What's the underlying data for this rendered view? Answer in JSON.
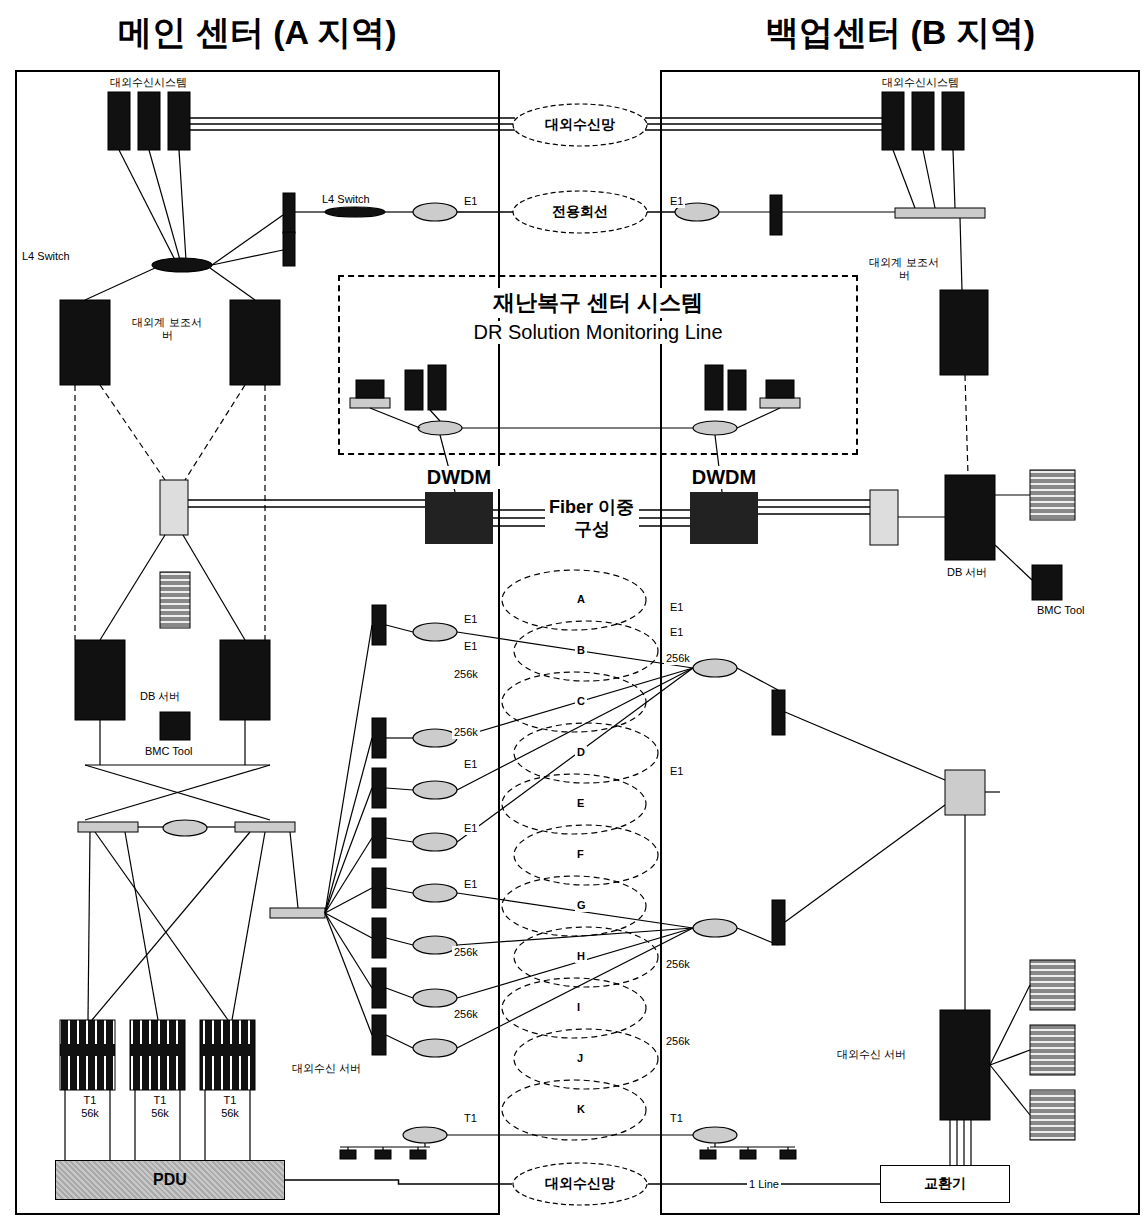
{
  "diagram": {
    "nodes": [
      {
        "text": [
          "메인 센터 (A 지역)"
        ]
      },
      {
        "text": [
          "백업센터 (B 지역)"
        ]
      },
      {
        "text": [
          "대외수신망"
        ]
      },
      {
        "text": [
          "전용회선"
        ]
      },
      {
        "text": [
          "재난복구 센터 시스템",
          "DR Solution Monitoring Line"
        ]
      },
      {
        "text": [
          "DWDM"
        ],
        "in": 0
      },
      {
        "text": [
          "DWDM"
        ],
        "in": 1
      },
      {
        "text": [
          "PDU"
        ],
        "in": 0
      },
      {
        "text": [
          "대외수신망"
        ]
      },
      {
        "text": [
          "교환기"
        ],
        "in": 1
      }
    ],
    "edges": [
      {
        "from": 5,
        "to": 6,
        "arrow": "none",
        "label": "Fiber 이중구성"
      },
      {
        "from": 7,
        "to": 8,
        "arrow": "none"
      },
      {
        "from": 8,
        "to": 9,
        "arrow": "none",
        "label": "1 Line"
      }
    ],
    "labels": [
      "대외수신시스템",
      "L4 Switch",
      "L4 Switch",
      "E1",
      "대외계 보조서버",
      "DB 서버",
      "BMC Tool",
      "E1",
      "E1",
      "256k",
      "256k",
      "E1",
      "E1",
      "E1",
      "256k",
      "256k",
      "대외수신 서버",
      "T1 56k",
      "T1 56k",
      "T1 56k",
      "T1",
      "A",
      "B",
      "C",
      "D",
      "E",
      "F",
      "G",
      "H",
      "I",
      "J",
      "K",
      "대외수신시스템",
      "E1",
      "대외계 보조서버",
      "DB 서버",
      "BMC Tool",
      "E1",
      "E1",
      "256k",
      "E1",
      "256k",
      "256k",
      "대외수신 서버",
      "T1"
    ]
  }
}
